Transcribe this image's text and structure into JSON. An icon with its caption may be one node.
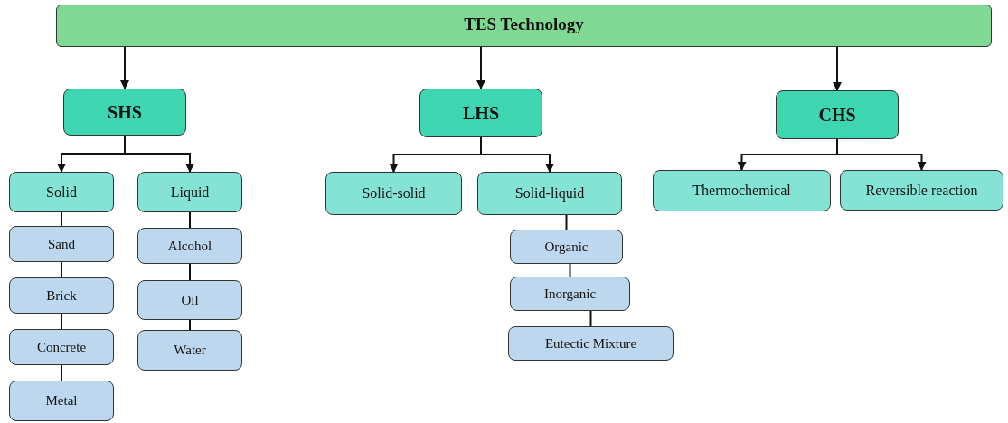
{
  "diagram": {
    "nodes": [
      {
        "text": [
          "TES Technology"
        ]
      },
      {
        "text": [
          "SHS"
        ]
      },
      {
        "text": [
          "LHS"
        ]
      },
      {
        "text": [
          "CHS"
        ]
      },
      {
        "text": [
          "Solid"
        ]
      },
      {
        "text": [
          "Liquid"
        ]
      },
      {
        "text": [
          "Sand"
        ]
      },
      {
        "text": [
          "Brick"
        ]
      },
      {
        "text": [
          "Concrete"
        ]
      },
      {
        "text": [
          "Metal"
        ]
      },
      {
        "text": [
          "Alcohol"
        ]
      },
      {
        "text": [
          "Oil"
        ]
      },
      {
        "text": [
          "Water"
        ]
      },
      {
        "text": [
          "Solid-solid"
        ]
      },
      {
        "text": [
          "Solid-liquid"
        ]
      },
      {
        "text": [
          "Organic"
        ]
      },
      {
        "text": [
          "Inorganic"
        ]
      },
      {
        "text": [
          "Eutectic Mixture"
        ]
      },
      {
        "text": [
          "Thermochemical"
        ]
      },
      {
        "text": [
          "Reversible reaction"
        ]
      }
    ],
    "edges": [
      {
        "from": 0,
        "to": 1,
        "arrow": "to"
      },
      {
        "from": 0,
        "to": 2,
        "arrow": "to"
      },
      {
        "from": 0,
        "to": 3,
        "arrow": "to"
      },
      {
        "from": 1,
        "to": 4,
        "arrow": "to"
      },
      {
        "from": 1,
        "to": 5,
        "arrow": "to"
      },
      {
        "from": 4,
        "to": 6,
        "arrow": "none"
      },
      {
        "from": 6,
        "to": 7,
        "arrow": "none"
      },
      {
        "from": 7,
        "to": 8,
        "arrow": "none"
      },
      {
        "from": 8,
        "to": 9,
        "arrow": "none"
      },
      {
        "from": 5,
        "to": 10,
        "arrow": "none"
      },
      {
        "from": 10,
        "to": 11,
        "arrow": "none"
      },
      {
        "from": 11,
        "to": 12,
        "arrow": "none"
      },
      {
        "from": 2,
        "to": 13,
        "arrow": "to"
      },
      {
        "from": 2,
        "to": 14,
        "arrow": "to"
      },
      {
        "from": 14,
        "to": 15,
        "arrow": "none"
      },
      {
        "from": 15,
        "to": 16,
        "arrow": "none"
      },
      {
        "from": 16,
        "to": 17,
        "arrow": "none"
      },
      {
        "from": 3,
        "to": 18,
        "arrow": "to"
      },
      {
        "from": 3,
        "to": 19,
        "arrow": "to"
      }
    ]
  }
}
